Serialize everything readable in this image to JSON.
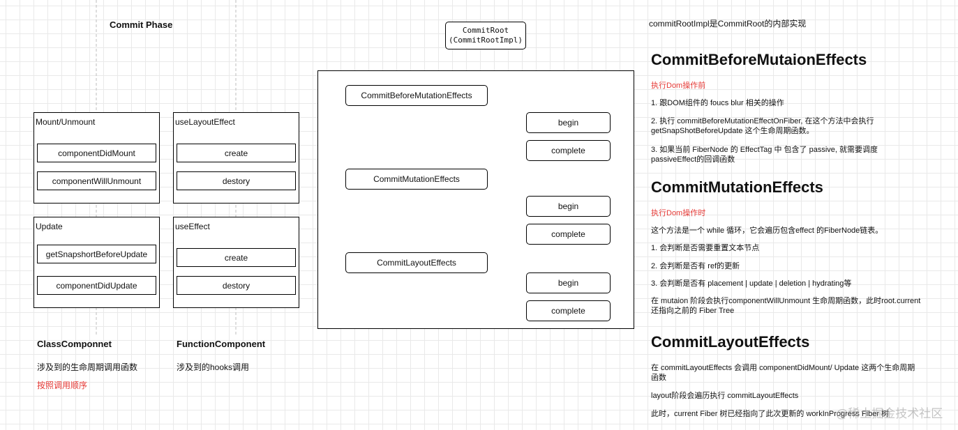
{
  "left": {
    "title": "Commit Phase",
    "groups": {
      "mount": {
        "title": "Mount/Unmount",
        "items": [
          "componentDidMount",
          "componentWillUnmount"
        ]
      },
      "layout_effect": {
        "title": "useLayoutEffect",
        "items": [
          "create",
          "destory"
        ]
      },
      "update": {
        "title": "Update",
        "items": [
          "getSnapshortBeforeUpdate",
          "componentDidUpdate"
        ]
      },
      "use_effect": {
        "title": "useEffect",
        "items": [
          "create",
          "destory"
        ]
      }
    },
    "class_component": {
      "label": "ClassComponnet",
      "desc": "涉及到的生命周期调用函数",
      "note": "按照调用顺序"
    },
    "function_component": {
      "label": "FunctionComponent",
      "desc": "涉及到的hooks调用"
    }
  },
  "center": {
    "root_line1": "CommitRoot",
    "root_line2": "(CommitRootImpl)",
    "phases": [
      "CommitBeforeMutationEffects",
      "CommitMutationEffects",
      "CommitLayoutEffects"
    ],
    "begin_label": "begin",
    "complete_label": "complete"
  },
  "right": {
    "note": "commitRootImpl是CommitRoot的内部实现",
    "sections": [
      {
        "heading": "CommitBeforeMutaionEffects",
        "sub": "执行Dom操作前",
        "p1": "1. 跟DOM组件的 foucs blur 相关的操作",
        "p2a": "2. 执行 commitBeforeMutationEffectOnFiber, 在这个方法中会执行",
        "p2b": "getSnapShotBeforeUpdate 这个生命周期函数。",
        "p3a": "3. 如果当前 FiberNode 的 EffectTag 中 包含了 passive, 就需要调度",
        "p3b": "passiveEffect的回调函数"
      },
      {
        "heading": "CommitMutationEffects",
        "sub": "执行Dom操作时",
        "p1": "这个方法是一个 while 循环，它会遍历包含effect 的FiberNode链表。",
        "p2": "1. 会判断是否需要重置文本节点",
        "p3": "2. 会判断是否有 ref的更新",
        "p4": "3. 会判断是否有 placement | update | deletion | hydrating等",
        "p5a": "在 mutaion 阶段会执行componentWillUnmount 生命周期函数，此时root.current",
        "p5b": "还指向之前的 Fiber Tree"
      },
      {
        "heading": "CommitLayoutEffects",
        "p1a": "在 commitLayoutEffects 会调用 componentDidMount/ Update 这两个生命周期",
        "p1b": "函数",
        "p2": "layout阶段会遍历执行 commitLayoutEffects",
        "p3": "此时，current Fiber 树已经指向了此次更新的 workInProgress Fiber 树"
      }
    ]
  },
  "watermark": "@稀土掘金技术社区",
  "colors": {
    "accent_red": "#e53935",
    "grid": "#e9e9e9",
    "dashed_line": "#bbbbbb"
  }
}
